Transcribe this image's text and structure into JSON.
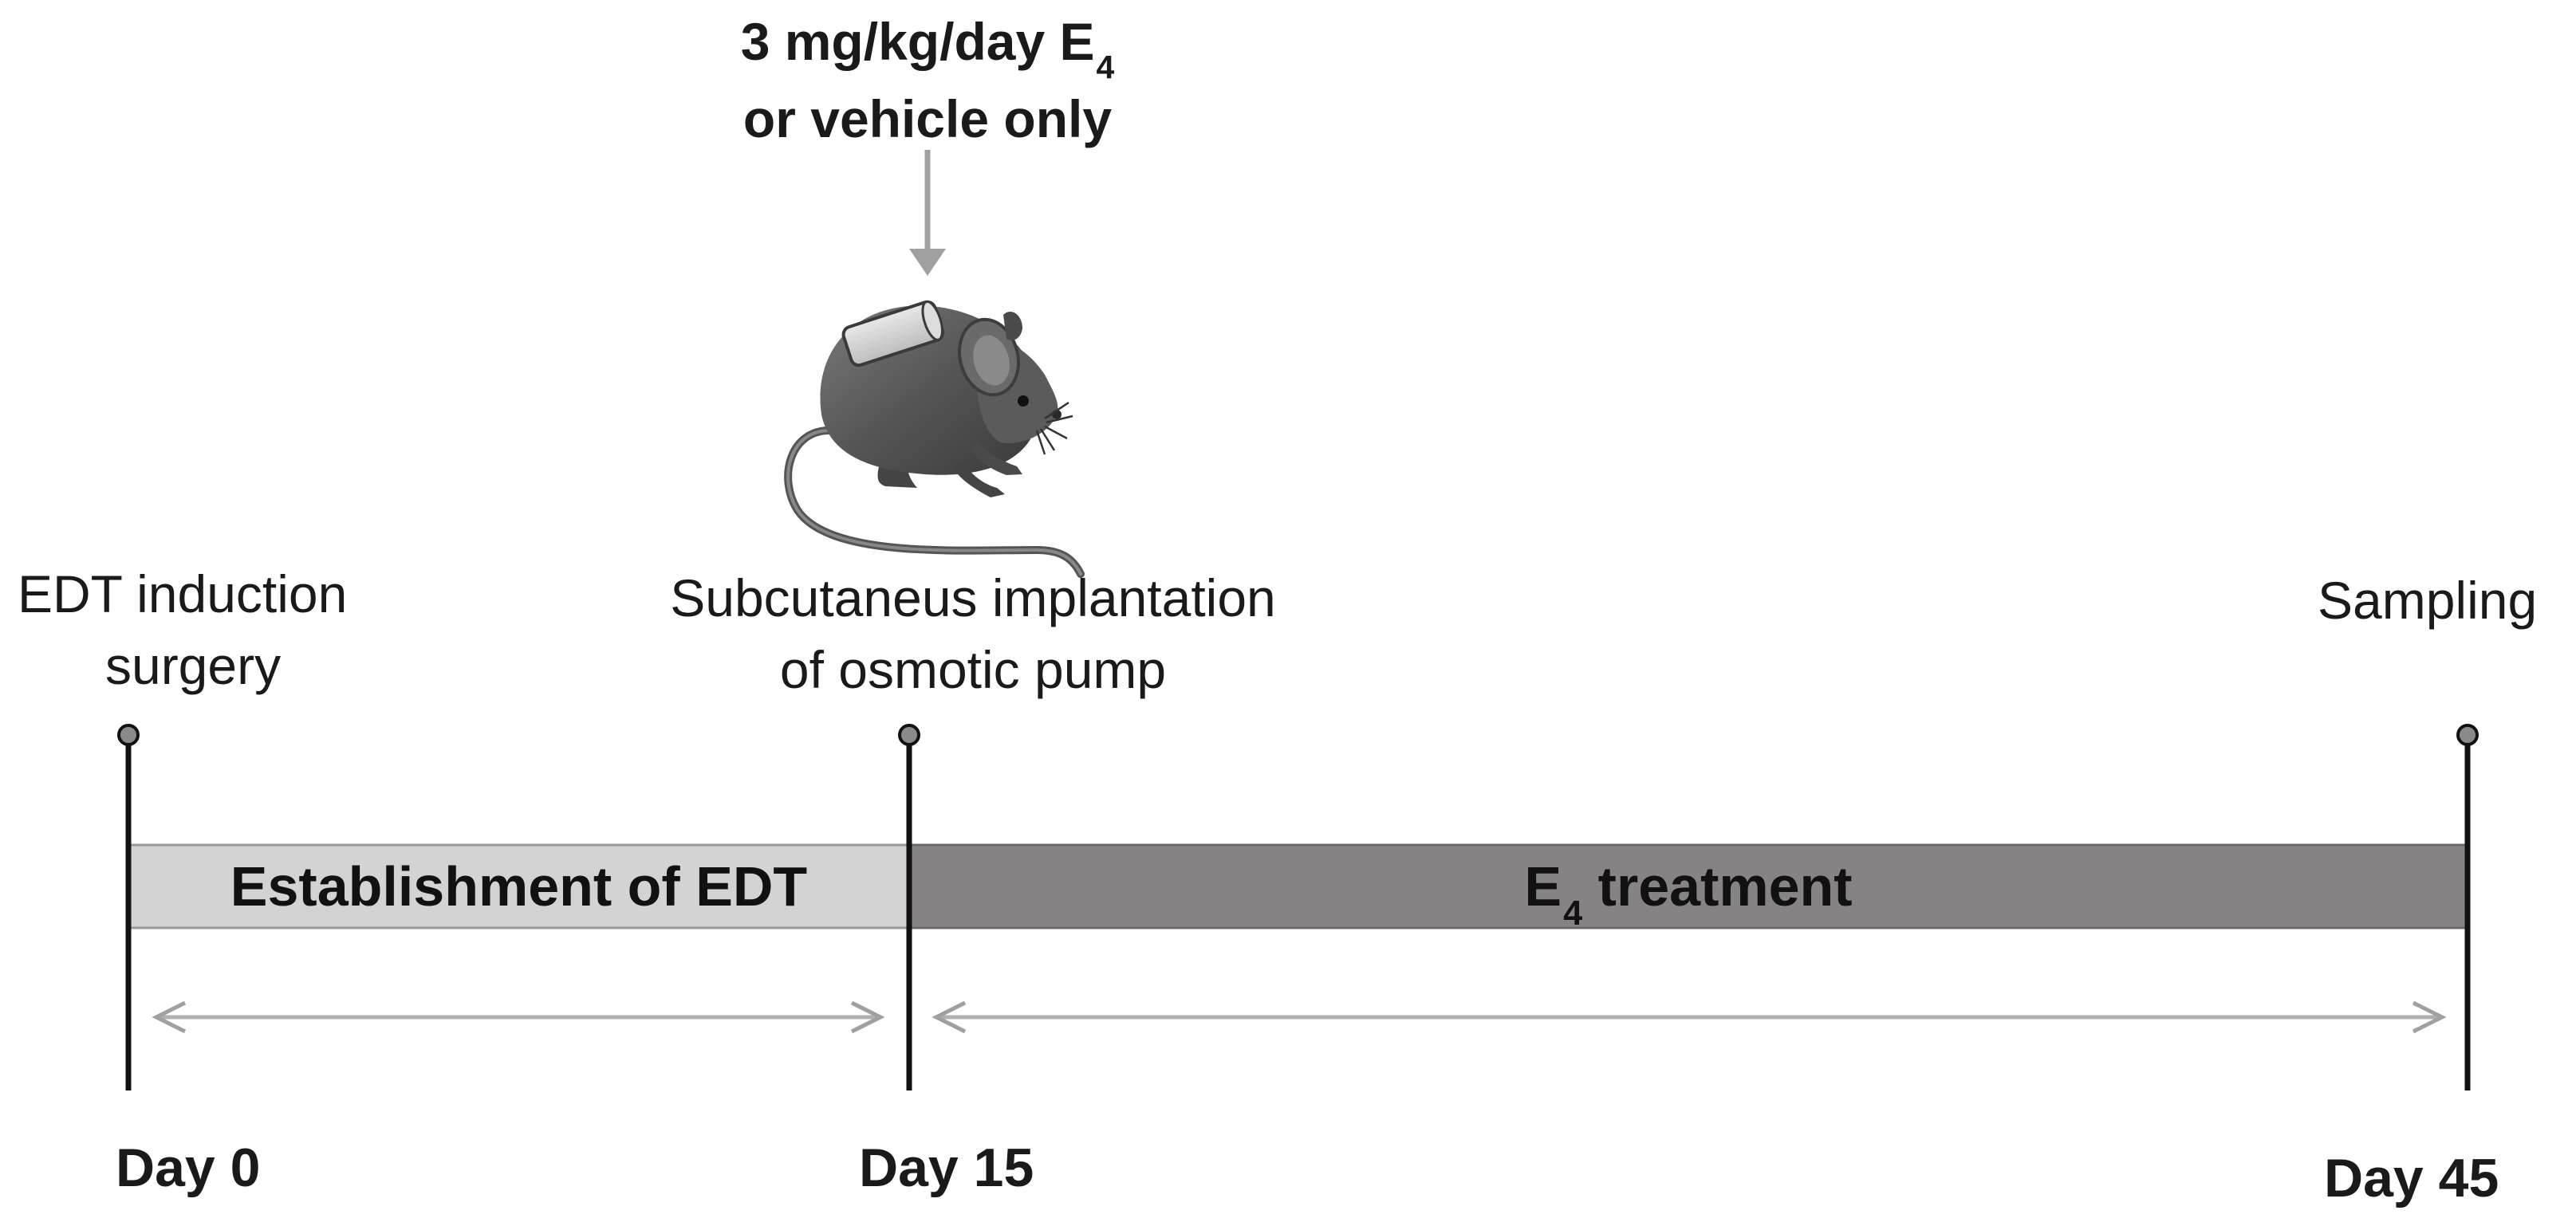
{
  "dose": {
    "line1_main": "3 mg/kg/day E",
    "line1_sub": "4",
    "line2": "or vehicle only"
  },
  "events": {
    "induction": {
      "line1": "EDT induction",
      "line2": "surgery"
    },
    "implantation": {
      "line1": "Subcutaneus implantation",
      "line2": "of osmotic pump"
    },
    "sampling": "Sampling"
  },
  "phases": {
    "establishment": "Establishment of EDT",
    "treatment_main": "E",
    "treatment_sub": "4",
    "treatment_rest": " treatment"
  },
  "days": {
    "day0": "Day 0",
    "day15": "Day 15",
    "day45": "Day 45"
  },
  "colors": {
    "establishment_fill": "#d3d3d3",
    "treatment_fill": "#878283",
    "timeline_line": "#111111",
    "dot_fill": "#8a8a8a",
    "arrow_stroke": "#a8a8a8",
    "mouse_body": "#5a5a5a"
  },
  "icons": {
    "mouse": "mouse-with-osmotic-pump-icon",
    "down_arrow": "down-arrow-icon"
  }
}
